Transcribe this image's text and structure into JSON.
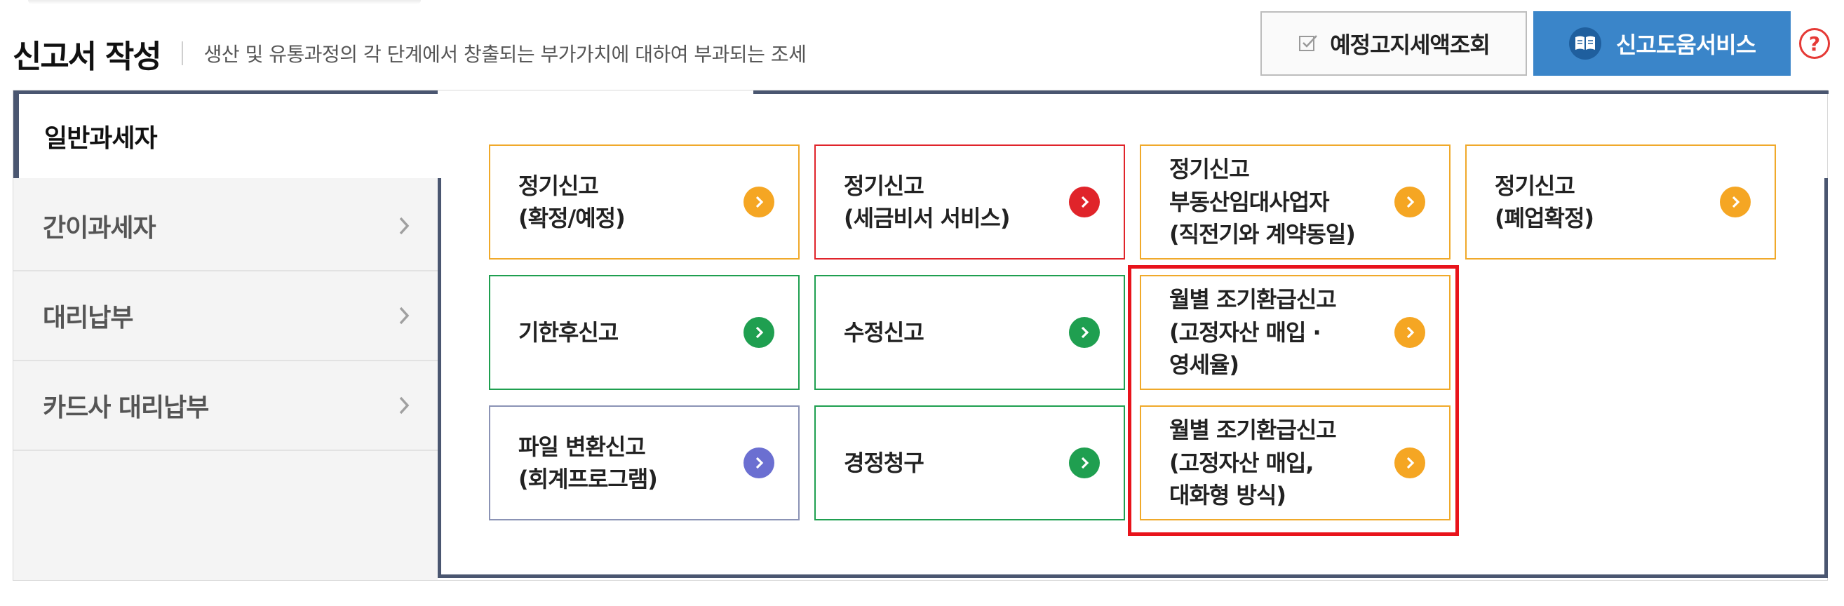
{
  "header": {
    "title": "신고서 작성",
    "subtitle": "생산 및 유통과정의 각 단계에서 창출되는 부가가치에 대하여 부과되는 조세"
  },
  "buttons": {
    "lookup_label": "예정고지세액조회",
    "help_label": "신고도움서비스",
    "question_label": "?"
  },
  "tabs": {
    "active": "일반과세자",
    "items": [
      {
        "label": "간이과세자"
      },
      {
        "label": "대리납부"
      },
      {
        "label": "카드사 대리납부"
      }
    ]
  },
  "cards": [
    {
      "lines": [
        "정기신고",
        "(확정/예정)"
      ],
      "color": "#f5a623"
    },
    {
      "lines": [
        "정기신고",
        "(세금비서 서비스)"
      ],
      "color": "#e0242a"
    },
    {
      "lines": [
        "정기신고",
        "부동산임대사업자",
        "(직전기와 계약동일)"
      ],
      "color": "#f5a623"
    },
    {
      "lines": [
        "정기신고",
        "(폐업확정)"
      ],
      "color": "#f5a623"
    },
    {
      "lines": [
        "기한후신고"
      ],
      "color": "#1f9f50"
    },
    {
      "lines": [
        "수정신고"
      ],
      "color": "#1f9f50"
    },
    {
      "lines": [
        "월별 조기환급신고",
        "(고정자산 매입 ·",
        "영세율)"
      ],
      "color": "#f5a623"
    },
    {
      "lines": [
        "파일 변환신고",
        "(회계프로그램)"
      ],
      "color": "#6b6fd1"
    },
    {
      "lines": [
        "경정청구"
      ],
      "color": "#1f9f50"
    },
    {
      "lines": [
        "월별 조기환급신고",
        "(고정자산 매입,",
        "대화형 방식)"
      ],
      "color": "#f5a623"
    }
  ],
  "colors": {
    "accent_blue": "#3a85c9",
    "frame": "#4a5670",
    "highlight": "#e8131b"
  }
}
